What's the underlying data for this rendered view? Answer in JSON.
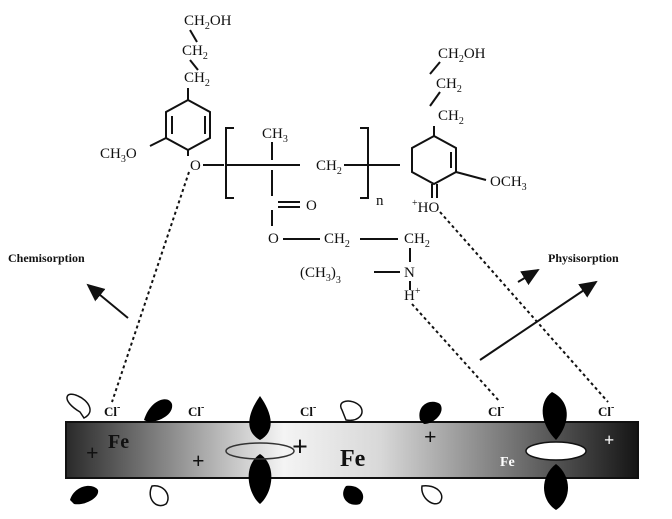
{
  "labels": {
    "chemisorption": "Chemisorption",
    "physisorption": "Physisorption"
  },
  "molecule_left": {
    "ch2oh_c": "CH",
    "ch2oh_sub": "2",
    "ch2oh_oh": "OH",
    "ch2a_c": "CH",
    "ch2a_sub": "2",
    "ch2b_c": "CH",
    "ch2b_sub": "2",
    "ch3o_c": "CH",
    "ch3o_sub": "3",
    "ch3o_o": "O",
    "o_link": "O"
  },
  "backbone": {
    "ch3_c": "CH",
    "ch3_sub": "3",
    "ch2_c": "CH",
    "ch2_sub": "2",
    "carbonyl_o": "O",
    "ester_o": "O",
    "n_sub": "n",
    "och2_c": "CH",
    "och2_sub": "2",
    "nch2_c": "CH",
    "nch2_sub": "2",
    "nme3_open": "(CH",
    "nme3_sub": "3",
    "nme3_close": ")",
    "nme3_n": "3",
    "n": "N",
    "h_plus": "H",
    "plus_sign": "+"
  },
  "molecule_right": {
    "ch2oh_c": "CH",
    "ch2oh_sub": "2",
    "ch2oh_oh": "OH",
    "ch2a_c": "CH",
    "ch2a_sub": "2",
    "ch2b_c": "CH",
    "ch2b_sub": "2",
    "och3_o": "OCH",
    "och3_sub": "3",
    "ho_plus": "+",
    "ho": "HO"
  },
  "surface": {
    "cl_minus": "Cl",
    "minus": "-",
    "fe": "Fe",
    "plus": "+"
  },
  "colors": {
    "bar_dark": "#111111",
    "bar_light": "#ffffff",
    "orbital": "#000000"
  }
}
